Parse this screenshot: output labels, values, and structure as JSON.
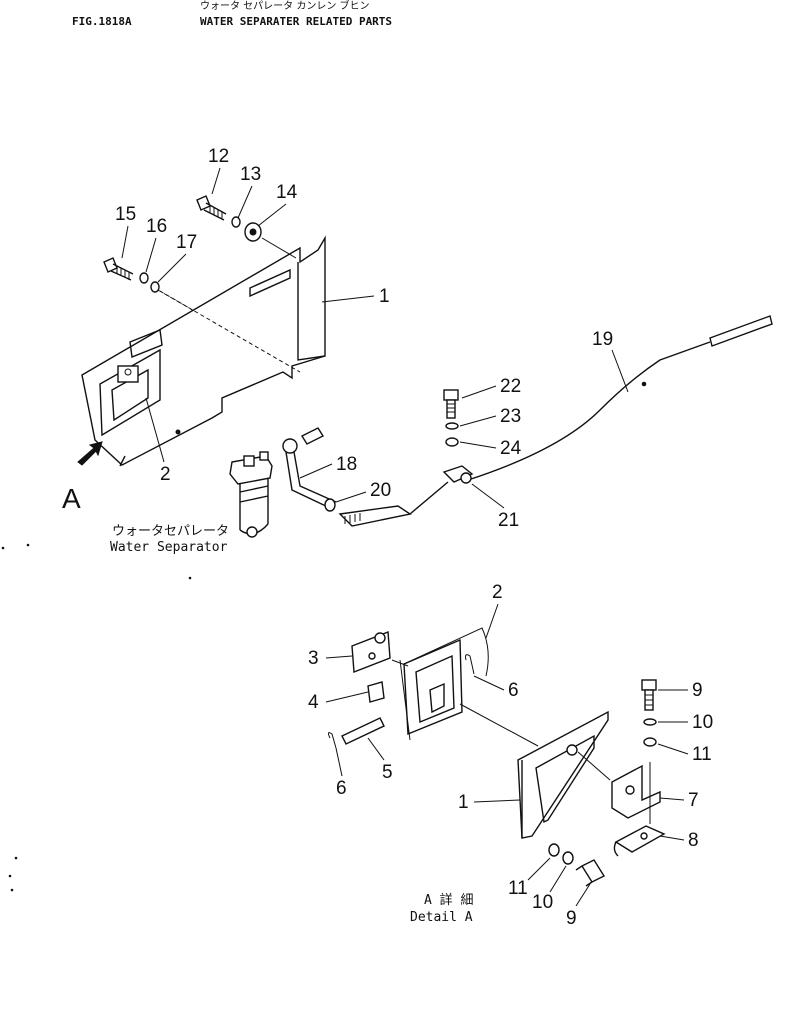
{
  "header": {
    "fig": "FIG.1818A",
    "title": "WATER SEPARATER RELATED PARTS",
    "title_jp": "ウォータ セパレータ カンレン ブヒン"
  },
  "view_marker": "A",
  "water_separator": {
    "label_jp": "ウォータセパレータ",
    "label_en": "Water  Separator"
  },
  "detail": {
    "label_jp": "A 詳 細",
    "label_en": "Detail A"
  },
  "callouts_top": [
    "12",
    "13",
    "14",
    "15",
    "16",
    "17",
    "1",
    "2",
    "19",
    "22",
    "23",
    "24",
    "18",
    "20",
    "21"
  ],
  "callouts_detail": [
    "2",
    "3",
    "6",
    "4",
    "9",
    "10",
    "11",
    "5",
    "6",
    "7",
    "1",
    "8",
    "11",
    "10",
    "9"
  ]
}
